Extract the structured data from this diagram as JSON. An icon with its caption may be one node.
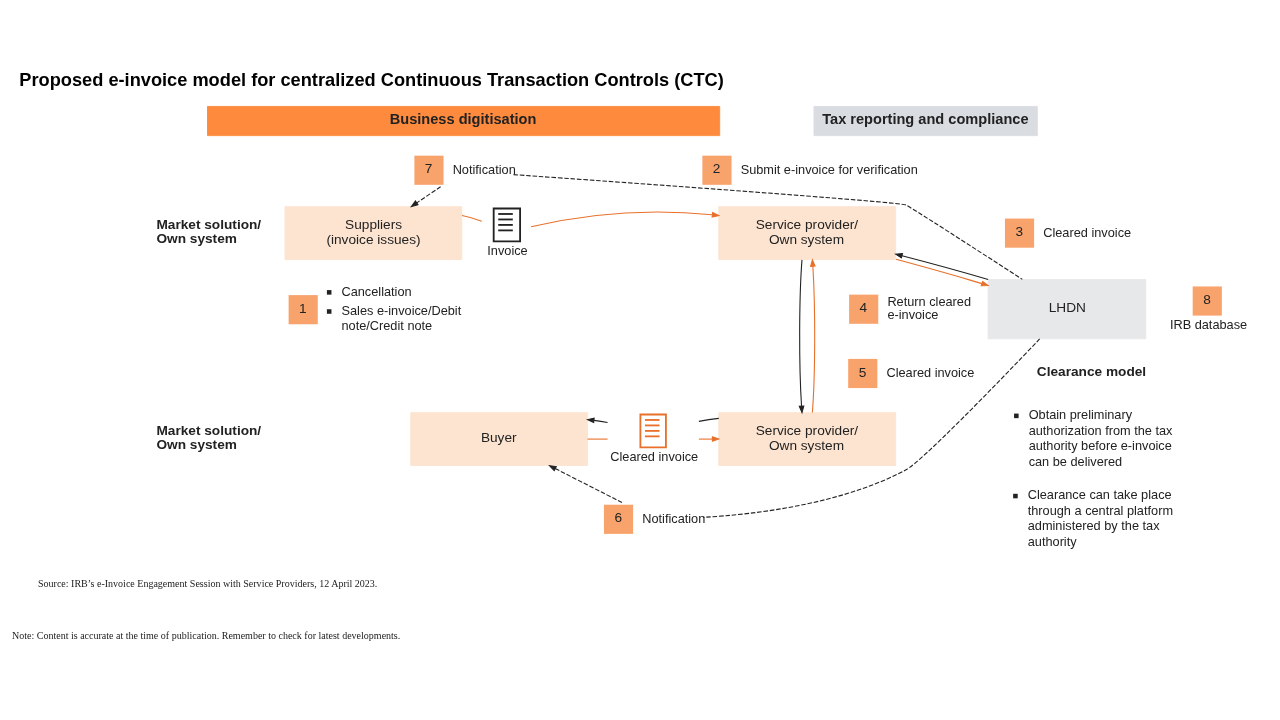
{
  "diagram": {
    "title": "Proposed e-invoice model for centralized Continuous Transaction Controls (CTC)",
    "nodes": [
      {
        "text": [
          "Business digitisation"
        ]
      },
      {
        "text": [
          "Tax reporting and compliance"
        ]
      },
      {
        "text": [
          "7"
        ],
        "beside": [
          "Notification"
        ]
      },
      {
        "text": [
          "2"
        ],
        "beside": [
          "Submit e-invoice for verification"
        ]
      },
      {
        "text": [
          "Suppliers (invoice issues)"
        ]
      },
      {
        "text": [],
        "shape": "picture",
        "beside": [
          "Invoice"
        ]
      },
      {
        "text": [
          "Service provider/ Own system"
        ]
      },
      {
        "text": [
          "3"
        ],
        "beside": [
          "Cleared invoice"
        ]
      },
      {
        "text": [
          "LHDN"
        ]
      },
      {
        "text": [
          "8"
        ],
        "beside": [
          "IRB database"
        ]
      },
      {
        "text": [
          "1"
        ],
        "beside": [
          "Cancellation",
          "Sales e-invoice/Debit note/Credit note"
        ]
      },
      {
        "text": [
          "4"
        ],
        "beside": [
          "Return cleared e-invoice"
        ]
      },
      {
        "text": [
          "5"
        ],
        "beside": [
          "Cleared invoice"
        ]
      },
      {
        "text": [
          "Buyer"
        ]
      },
      {
        "text": [],
        "shape": "picture",
        "beside": [
          "Cleared invoice"
        ]
      },
      {
        "text": [
          "Service provider/ Own system"
        ]
      },
      {
        "text": [
          "6"
        ],
        "beside": [
          "Notification"
        ]
      }
    ],
    "edges": [
      {
        "from": 4,
        "to": 5,
        "arrow": "none",
        "color": "#e8702a"
      },
      {
        "from": 5,
        "to": 6,
        "arrow": "to",
        "color": "#e8702a"
      },
      {
        "from": 6,
        "to": 8,
        "arrow": "to",
        "color": "#e8702a"
      },
      {
        "from": 8,
        "to": 6,
        "arrow": "to"
      },
      {
        "from": 6,
        "to": 15,
        "arrow": "to"
      },
      {
        "from": 15,
        "to": 6,
        "arrow": "to",
        "color": "#e8702a"
      },
      {
        "from": 13,
        "to": 14,
        "arrow": "none",
        "color": "#e8702a"
      },
      {
        "from": 14,
        "to": 15,
        "arrow": "to",
        "color": "#e8702a"
      },
      {
        "from": 15,
        "to": 14,
        "arrow": "none"
      },
      {
        "from": 14,
        "to": 13,
        "arrow": "to"
      },
      {
        "from": 8,
        "to": 2,
        "arrow": "none",
        "style": "dashed"
      },
      {
        "from": 2,
        "to": 4,
        "arrow": "to",
        "style": "dashed"
      },
      {
        "from": 8,
        "to": 16,
        "arrow": "none",
        "style": "dashed"
      },
      {
        "from": 16,
        "to": 13,
        "arrow": "to",
        "style": "dashed"
      }
    ],
    "labels": [
      "Market solution/ Own system",
      "Market solution/ Own system",
      "Clearance model",
      "Obtain preliminary authorization from the tax authority before e-invoice can be delivered",
      "Clearance can take place through a central platform administered by the tax authority",
      "Source: IRB’s e-Invoice Engagement Session with Service Providers, 12 April 2023.",
      "Note: Content is accurate at the time of publication. Remember to check for latest developments."
    ]
  }
}
